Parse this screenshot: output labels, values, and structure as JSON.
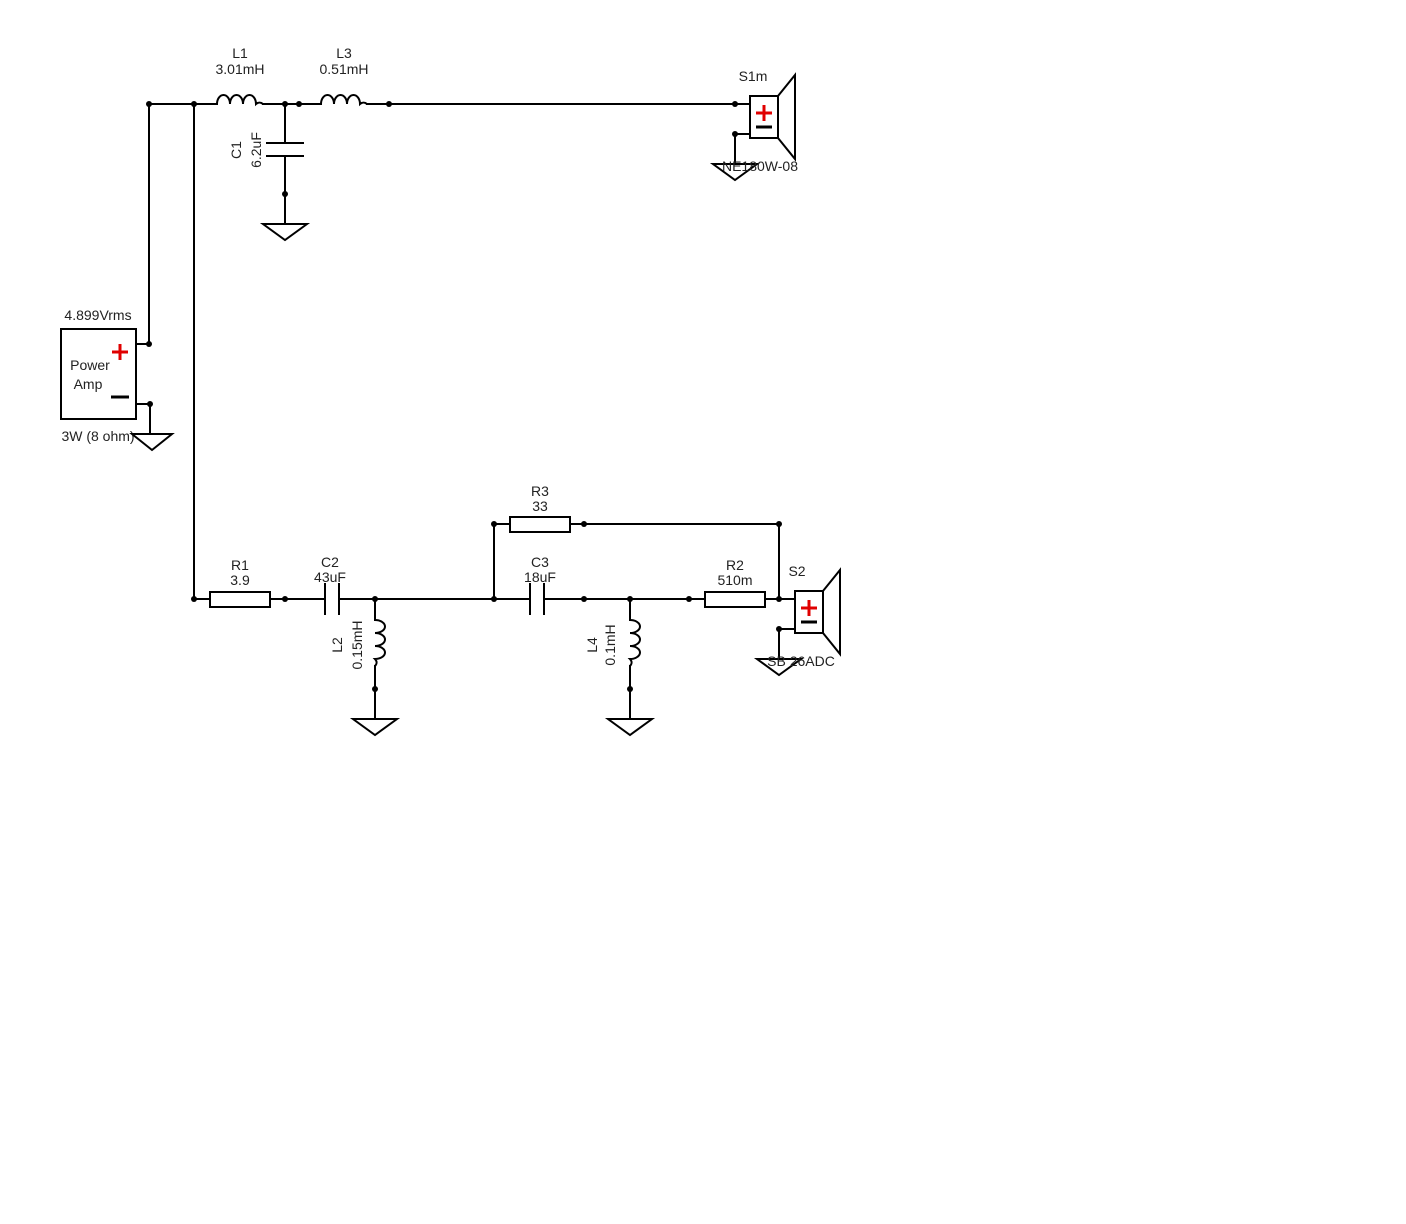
{
  "source": {
    "name": "Power Amp",
    "line1": "Power",
    "line2": "Amp",
    "voltage": "4.899Vrms",
    "power": "3W (8 ohm)"
  },
  "components": {
    "L1": {
      "ref": "L1",
      "value": "3.01mH"
    },
    "L3": {
      "ref": "L3",
      "value": "0.51mH"
    },
    "C1": {
      "ref": "C1",
      "value": "6.2uF"
    },
    "S1": {
      "ref": "S1m",
      "model": "NE180W-08"
    },
    "R1": {
      "ref": "R1",
      "value": "3.9"
    },
    "C2": {
      "ref": "C2",
      "value": "43uF"
    },
    "L2": {
      "ref": "L2",
      "value": "0.15mH"
    },
    "R3": {
      "ref": "R3",
      "value": "33"
    },
    "C3": {
      "ref": "C3",
      "value": "18uF"
    },
    "L4": {
      "ref": "L4",
      "value": "0.1mH"
    },
    "R2": {
      "ref": "R2",
      "value": "510m"
    },
    "S2": {
      "ref": "S2",
      "model": "SB 26ADC"
    }
  }
}
